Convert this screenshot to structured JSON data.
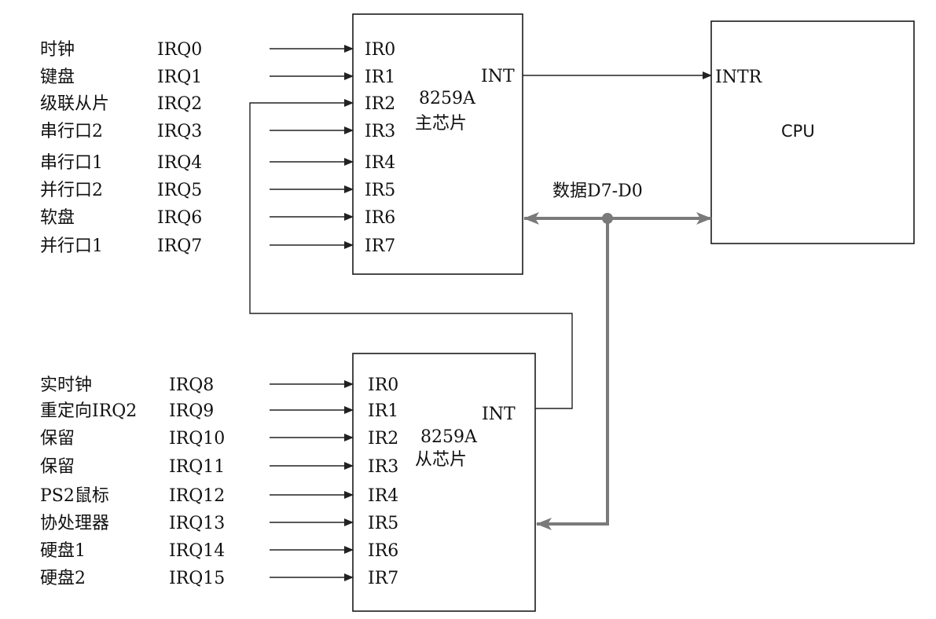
{
  "master": {
    "inputs": [
      {
        "name": "时钟",
        "irq": "IRQ0",
        "pin": "IR0"
      },
      {
        "name": "键盘",
        "irq": "IRQ1",
        "pin": "IR1"
      },
      {
        "name": "级联从片",
        "irq": "IRQ2",
        "pin": "IR2"
      },
      {
        "name": "串行口2",
        "irq": "IRQ3",
        "pin": "IR3"
      },
      {
        "name": "串行口1",
        "irq": "IRQ4",
        "pin": "IR4"
      },
      {
        "name": "并行口2",
        "irq": "IRQ5",
        "pin": "IR5"
      },
      {
        "name": "软盘",
        "irq": "IRQ6",
        "pin": "IR6"
      },
      {
        "name": "并行口1",
        "irq": "IRQ7",
        "pin": "IR7"
      }
    ],
    "chip": "8259A",
    "role": "主芯片",
    "int_label": "INT"
  },
  "slave": {
    "inputs": [
      {
        "name": "实时钟",
        "irq": "IRQ8",
        "pin": "IR0"
      },
      {
        "name": "重定向IRQ2",
        "irq": "IRQ9",
        "pin": "IR1"
      },
      {
        "name": "保留",
        "irq": "IRQ10",
        "pin": "IR2"
      },
      {
        "name": "保留",
        "irq": "IRQ11",
        "pin": "IR3"
      },
      {
        "name": "PS2鼠标",
        "irq": "IRQ12",
        "pin": "IR4"
      },
      {
        "name": "协处理器",
        "irq": "IRQ13",
        "pin": "IR5"
      },
      {
        "name": "硬盘1",
        "irq": "IRQ14",
        "pin": "IR6"
      },
      {
        "name": "硬盘2",
        "irq": "IRQ15",
        "pin": "IR7"
      }
    ],
    "chip": "8259A",
    "role": "从芯片",
    "int_label": "INT"
  },
  "cpu": {
    "label": "CPU",
    "intr_label": "INTR"
  },
  "bus": {
    "label": "数据D7-D0"
  }
}
